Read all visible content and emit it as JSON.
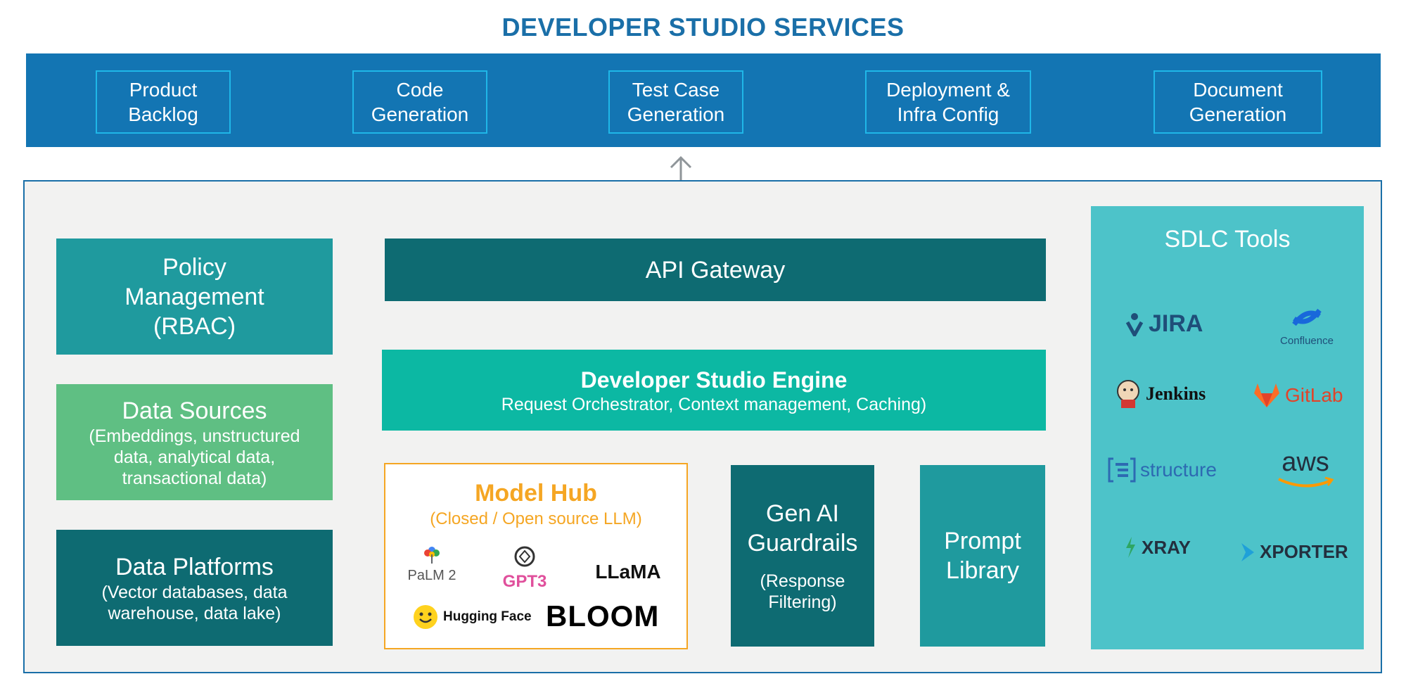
{
  "title": "DEVELOPER STUDIO SERVICES",
  "services": [
    "Product Backlog",
    "Code Generation",
    "Test Case Generation",
    "Deployment & Infra Config",
    "Document Generation"
  ],
  "policy": {
    "title": "Policy Management (RBAC)"
  },
  "data_sources": {
    "title": "Data Sources",
    "desc": "(Embeddings, unstructured data, analytical data, transactional data)"
  },
  "data_platforms": {
    "title": "Data Platforms",
    "desc": "(Vector databases, data warehouse, data lake)"
  },
  "api_gateway": {
    "title": "API Gateway"
  },
  "engine": {
    "title": "Developer Studio Engine",
    "desc": "Request Orchestrator, Context management, Caching)"
  },
  "model_hub": {
    "title": "Model Hub",
    "desc": "(Closed / Open source LLM)",
    "models": {
      "palm": "PaLM 2",
      "gpt": "GPT3",
      "llama": "LLaMA",
      "hf": "Hugging Face",
      "bloom": "BLOOM"
    }
  },
  "guardrails": {
    "title": "Gen AI Guardrails",
    "desc": "(Response Filtering)"
  },
  "prompt_library": {
    "title": "Prompt Library"
  },
  "sdlc": {
    "title": "SDLC Tools",
    "tools": {
      "jira": "JIRA",
      "confluence": "Confluence",
      "jenkins": "Jenkins",
      "gitlab": "GitLab",
      "structure": "structure",
      "aws": "aws",
      "xray": "XRAY",
      "xporter": "XPORTER"
    }
  },
  "colors": {
    "header_blue": "#1375b3",
    "title_blue": "#1a6fa8",
    "dark_teal": "#0e6b72",
    "teal": "#1f9a9e",
    "bright_teal": "#0cb8a3",
    "green": "#5fbf83",
    "sdlc_bg": "#4dc3c9",
    "orange": "#f5a623"
  }
}
